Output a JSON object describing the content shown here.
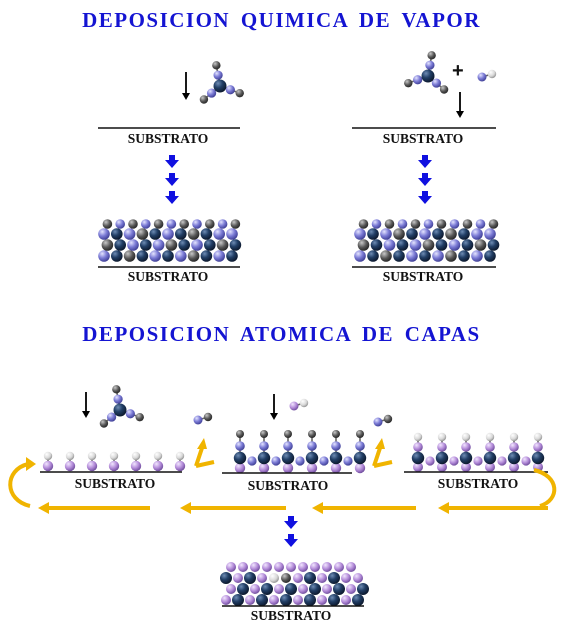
{
  "headings": {
    "cvd": "DEPOSICION QUIMICA DE VAPOR",
    "ald": "DEPOSICION ATOMICA DE CAPAS"
  },
  "labels": {
    "cvd_left_top": "SUBSTRATO",
    "cvd_left_bottom": "SUBSTRATO",
    "cvd_right_top": "SUBSTRATO",
    "cvd_right_bottom": "SUBSTRATO",
    "ald_left": "SUBSTRATO",
    "ald_middle": "SUBSTRATO",
    "ald_right": "SUBSTRATO",
    "ald_bottom": "SUBSTRATO",
    "plus": "+"
  },
  "colors": {
    "heading": "#1414d2",
    "flow_arrow": "#1010e0",
    "cycle_arrow": "#f0b400",
    "metal_atom": "#1e3a5c",
    "ligand_atom": "#8080d8",
    "carbon_atom": "#555555",
    "hydrogen_atom": "#dcdcdc",
    "oxygen_atom": "#b890d8"
  }
}
